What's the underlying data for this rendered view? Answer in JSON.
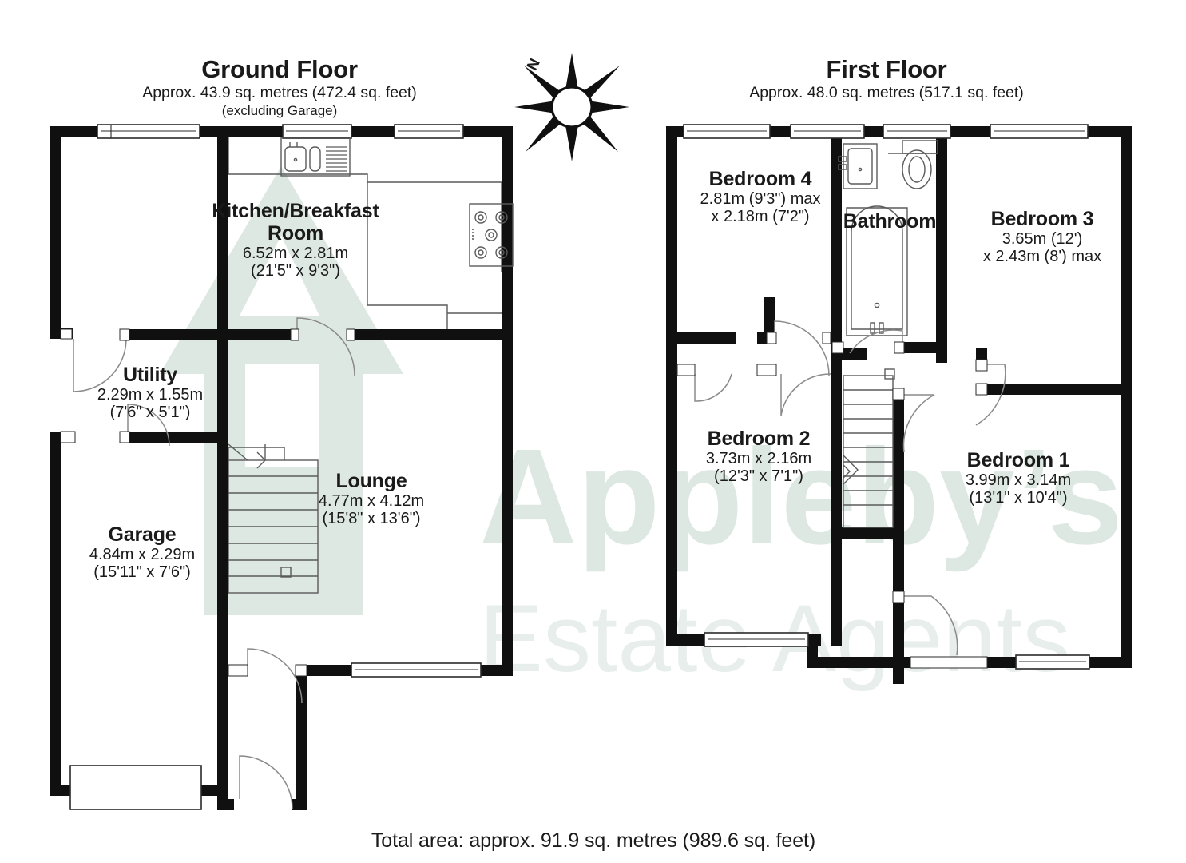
{
  "document": {
    "type": "floor-plan",
    "total_area": "Total area: approx. 91.9 sq. metres (989.6 sq. feet)",
    "watermark_brand": "Appleby's",
    "watermark_sub": "Estate Agents",
    "watermark_color": "#dde8e2",
    "wall_color": "#101010",
    "compass_label": "N"
  },
  "floors": [
    {
      "id": "ground-floor",
      "title": "Ground Floor",
      "subtitle": "Approx. 43.9 sq. metres (472.4 sq. feet)",
      "note": "(excluding Garage)",
      "rooms": [
        {
          "id": "kitchen-breakfast-room",
          "name_line1": "Kitchen/Breakfast",
          "name_line2": "Room",
          "dim_metric": "6.52m x 2.81m",
          "dim_imperial": "(21'5\" x 9'3\")"
        },
        {
          "id": "utility",
          "name_line1": "Utility",
          "name_line2": "",
          "dim_metric": "2.29m x 1.55m",
          "dim_imperial": "(7'6\" x 5'1\")"
        },
        {
          "id": "garage",
          "name_line1": "Garage",
          "name_line2": "",
          "dim_metric": "4.84m x 2.29m",
          "dim_imperial": "(15'11\" x 7'6\")"
        },
        {
          "id": "lounge",
          "name_line1": "Lounge",
          "name_line2": "",
          "dim_metric": "4.77m x 4.12m",
          "dim_imperial": "(15'8\" x 13'6\")"
        }
      ]
    },
    {
      "id": "first-floor",
      "title": "First Floor",
      "subtitle": "Approx. 48.0 sq. metres (517.1 sq. feet)",
      "note": "",
      "rooms": [
        {
          "id": "bedroom-4",
          "name_line1": "Bedroom 4",
          "name_line2": "",
          "dim_metric": "2.81m (9'3\") max",
          "dim_imperial": "x 2.18m (7'2\")"
        },
        {
          "id": "bathroom",
          "name_line1": "Bathroom",
          "name_line2": "",
          "dim_metric": "",
          "dim_imperial": ""
        },
        {
          "id": "bedroom-3",
          "name_line1": "Bedroom 3",
          "name_line2": "",
          "dim_metric": "3.65m (12')",
          "dim_imperial": "x 2.43m (8') max"
        },
        {
          "id": "bedroom-2",
          "name_line1": "Bedroom 2",
          "name_line2": "",
          "dim_metric": "3.73m x 2.16m",
          "dim_imperial": "(12'3\" x 7'1\")"
        },
        {
          "id": "bedroom-1",
          "name_line1": "Bedroom 1",
          "name_line2": "",
          "dim_metric": "3.99m x 3.14m",
          "dim_imperial": "(13'1\" x 10'4\")"
        }
      ]
    }
  ],
  "fixtures": [
    {
      "id": "kitchen-sink",
      "label": "sink"
    },
    {
      "id": "kitchen-hob",
      "label": "hob"
    },
    {
      "id": "kitchen-worktop",
      "label": "worktop"
    },
    {
      "id": "bathroom-basin",
      "label": "wash-basin"
    },
    {
      "id": "bathroom-toilet",
      "label": "toilet"
    },
    {
      "id": "bathroom-bath",
      "label": "bath"
    },
    {
      "id": "ground-stairs",
      "label": "staircase"
    },
    {
      "id": "first-stairs",
      "label": "staircase"
    },
    {
      "id": "garage-door",
      "label": "garage-door"
    }
  ]
}
